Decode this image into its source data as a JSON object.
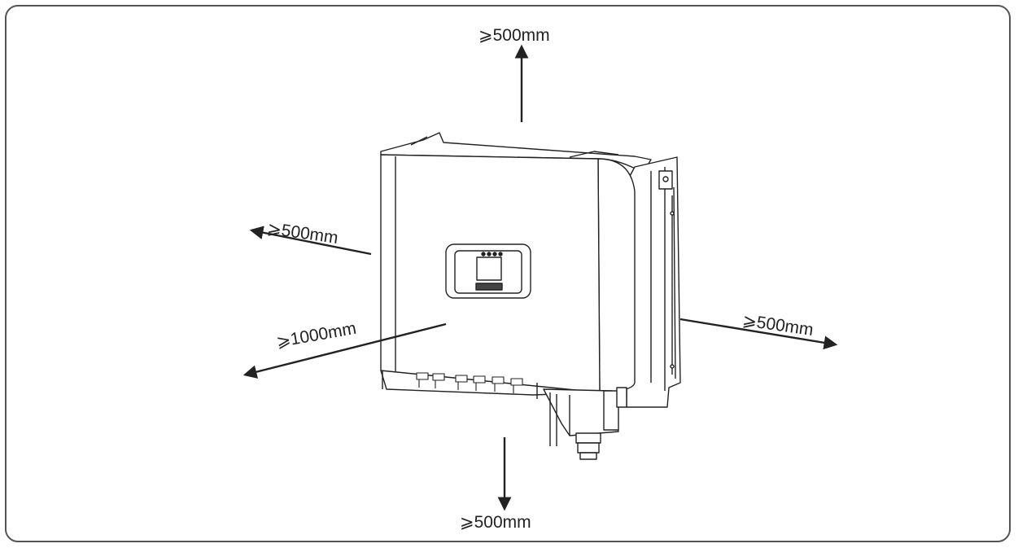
{
  "clearances": {
    "top": "⩾500mm",
    "left": "⩾500mm",
    "front": "⩾1000mm",
    "right": "⩾500mm",
    "bottom": "⩾500mm"
  },
  "colors": {
    "line": "#222222",
    "frame": "#555555"
  }
}
